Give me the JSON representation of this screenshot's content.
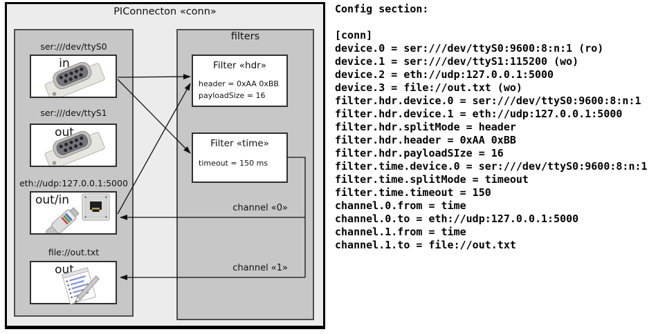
{
  "diagram": {
    "title": "PIConnecton «conn»",
    "devices_panel": {
      "devices": [
        {
          "url": "ser:///dev/ttyS0",
          "direction": "in",
          "icon": "serial-connector-icon"
        },
        {
          "url": "ser:///dev/ttyS1",
          "direction": "out",
          "icon": "serial-connector-icon"
        },
        {
          "url": "eth://udp:127.0.0.1:5000",
          "direction": "out/in",
          "icon": "ethernet-icon"
        },
        {
          "url": "file://out.txt",
          "direction": "out",
          "icon": "file-icon"
        }
      ]
    },
    "filters_panel": {
      "label": "filters",
      "filters": [
        {
          "title": "Filter «hdr»",
          "properties": [
            "header = 0xAA 0xBB",
            "payloadSize = 16"
          ]
        },
        {
          "title": "Filter «time»",
          "properties": [
            "timeout = 150 ms"
          ]
        }
      ]
    },
    "channels": [
      {
        "label": "channel «0»"
      },
      {
        "label": "channel «1»"
      }
    ],
    "colors": {
      "outer_background": "#ececec",
      "panel_background": "#c7c7c7",
      "box_background": "#ffffff",
      "line": "#111111"
    }
  },
  "config": {
    "lines": [
      "Config section:",
      "",
      "[conn]",
      "device.0 = ser:///dev/ttyS0:9600:8:n:1 (ro)",
      "device.1 = ser:///dev/ttyS1:115200 (wo)",
      "device.2 = eth://udp:127.0.0.1:5000",
      "device.3 = file://out.txt (wo)",
      "filter.hdr.device.0 = ser:///dev/ttyS0:9600:8:n:1",
      "filter.hdr.device.1 = eth://udp:127.0.0.1:5000",
      "filter.hdr.splitMode = header",
      "filter.hdr.header = 0xAA 0xBB",
      "filter.hdr.payloadSIze = 16",
      "filter.time.device.0 = ser:///dev/ttyS0:9600:8:n:1",
      "filter.time.splitMode = timeout",
      "filter.time.timeout = 150",
      "channel.0.from = time",
      "channel.0.to = eth://udp:127.0.0.1:5000",
      "channel.1.from = time",
      "channel.1.to = file://out.txt"
    ]
  }
}
